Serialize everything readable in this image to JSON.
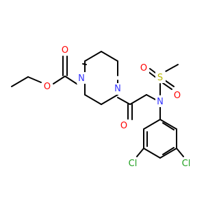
{
  "colors": {
    "bond": "#000000",
    "N": "#3333ff",
    "O": "#ff0000",
    "S": "#b8b800",
    "Cl": "#1fa01f",
    "background": "#ffffff"
  },
  "atoms": [
    {
      "id": "n_pip1",
      "element": "N",
      "label": "N"
    },
    {
      "id": "n_pip4",
      "element": "N",
      "label": "N"
    },
    {
      "id": "n_sulf",
      "element": "N",
      "label": "N"
    },
    {
      "id": "o_carbonyl_ester",
      "element": "O",
      "label": "O"
    },
    {
      "id": "o_ester",
      "element": "O",
      "label": "O"
    },
    {
      "id": "o_amide",
      "element": "O",
      "label": "O"
    },
    {
      "id": "s_sulfonyl",
      "element": "S",
      "label": "S"
    },
    {
      "id": "o_sulf_a",
      "element": "O",
      "label": "O"
    },
    {
      "id": "o_sulf_b",
      "element": "O",
      "label": "O"
    },
    {
      "id": "cl_left",
      "element": "Cl",
      "label": "Cl"
    },
    {
      "id": "cl_right",
      "element": "Cl",
      "label": "Cl"
    }
  ]
}
